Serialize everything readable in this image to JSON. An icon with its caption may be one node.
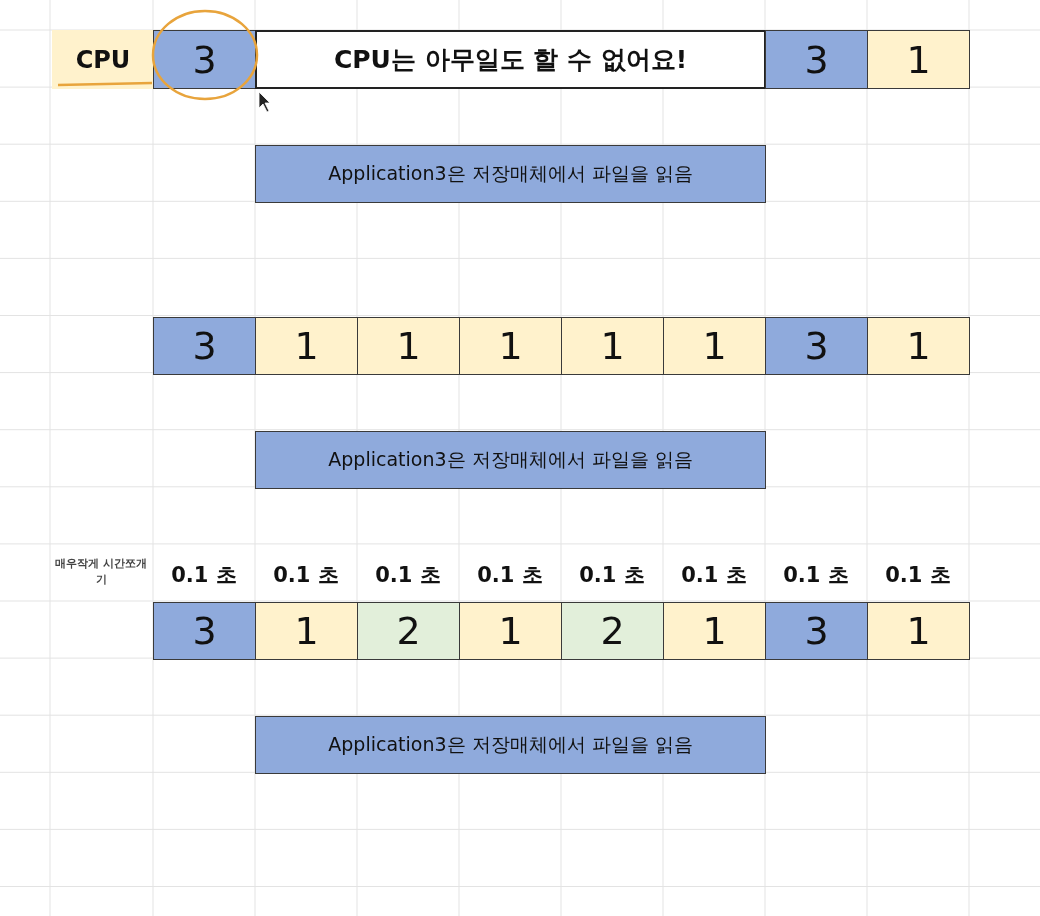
{
  "diagram": {
    "nodes": [
      {
        "text": [
          "CPU"
        ]
      },
      {
        "text": [
          "3"
        ]
      },
      {
        "text": [
          "CPU는 아무일도 할 수 없어요!"
        ]
      },
      {
        "text": [
          "3"
        ]
      },
      {
        "text": [
          "1"
        ]
      },
      {
        "text": [
          "Application3은 저장매체에서 파일을 읽음"
        ]
      },
      {
        "text": [
          "3"
        ]
      },
      {
        "text": [
          "1"
        ]
      },
      {
        "text": [
          "1"
        ]
      },
      {
        "text": [
          "1"
        ]
      },
      {
        "text": [
          "1"
        ]
      },
      {
        "text": [
          "1"
        ]
      },
      {
        "text": [
          "3"
        ]
      },
      {
        "text": [
          "1"
        ]
      },
      {
        "text": [
          "Application3은 저장매체에서 파일을 읽음"
        ]
      },
      {
        "text": [
          "3"
        ]
      },
      {
        "text": [
          "1"
        ]
      },
      {
        "text": [
          "2"
        ]
      },
      {
        "text": [
          "1"
        ]
      },
      {
        "text": [
          "2"
        ]
      },
      {
        "text": [
          "1"
        ]
      },
      {
        "text": [
          "3"
        ]
      },
      {
        "text": [
          "1"
        ]
      },
      {
        "text": [
          "Application3은 저장매체에서 파일을 읽음"
        ]
      }
    ],
    "labels": [
      "매우작게 시간쪼개기",
      "0.1 초",
      "0.1 초",
      "0.1 초",
      "0.1 초",
      "0.1 초",
      "0.1 초",
      "0.1 초",
      "0.1 초"
    ]
  }
}
